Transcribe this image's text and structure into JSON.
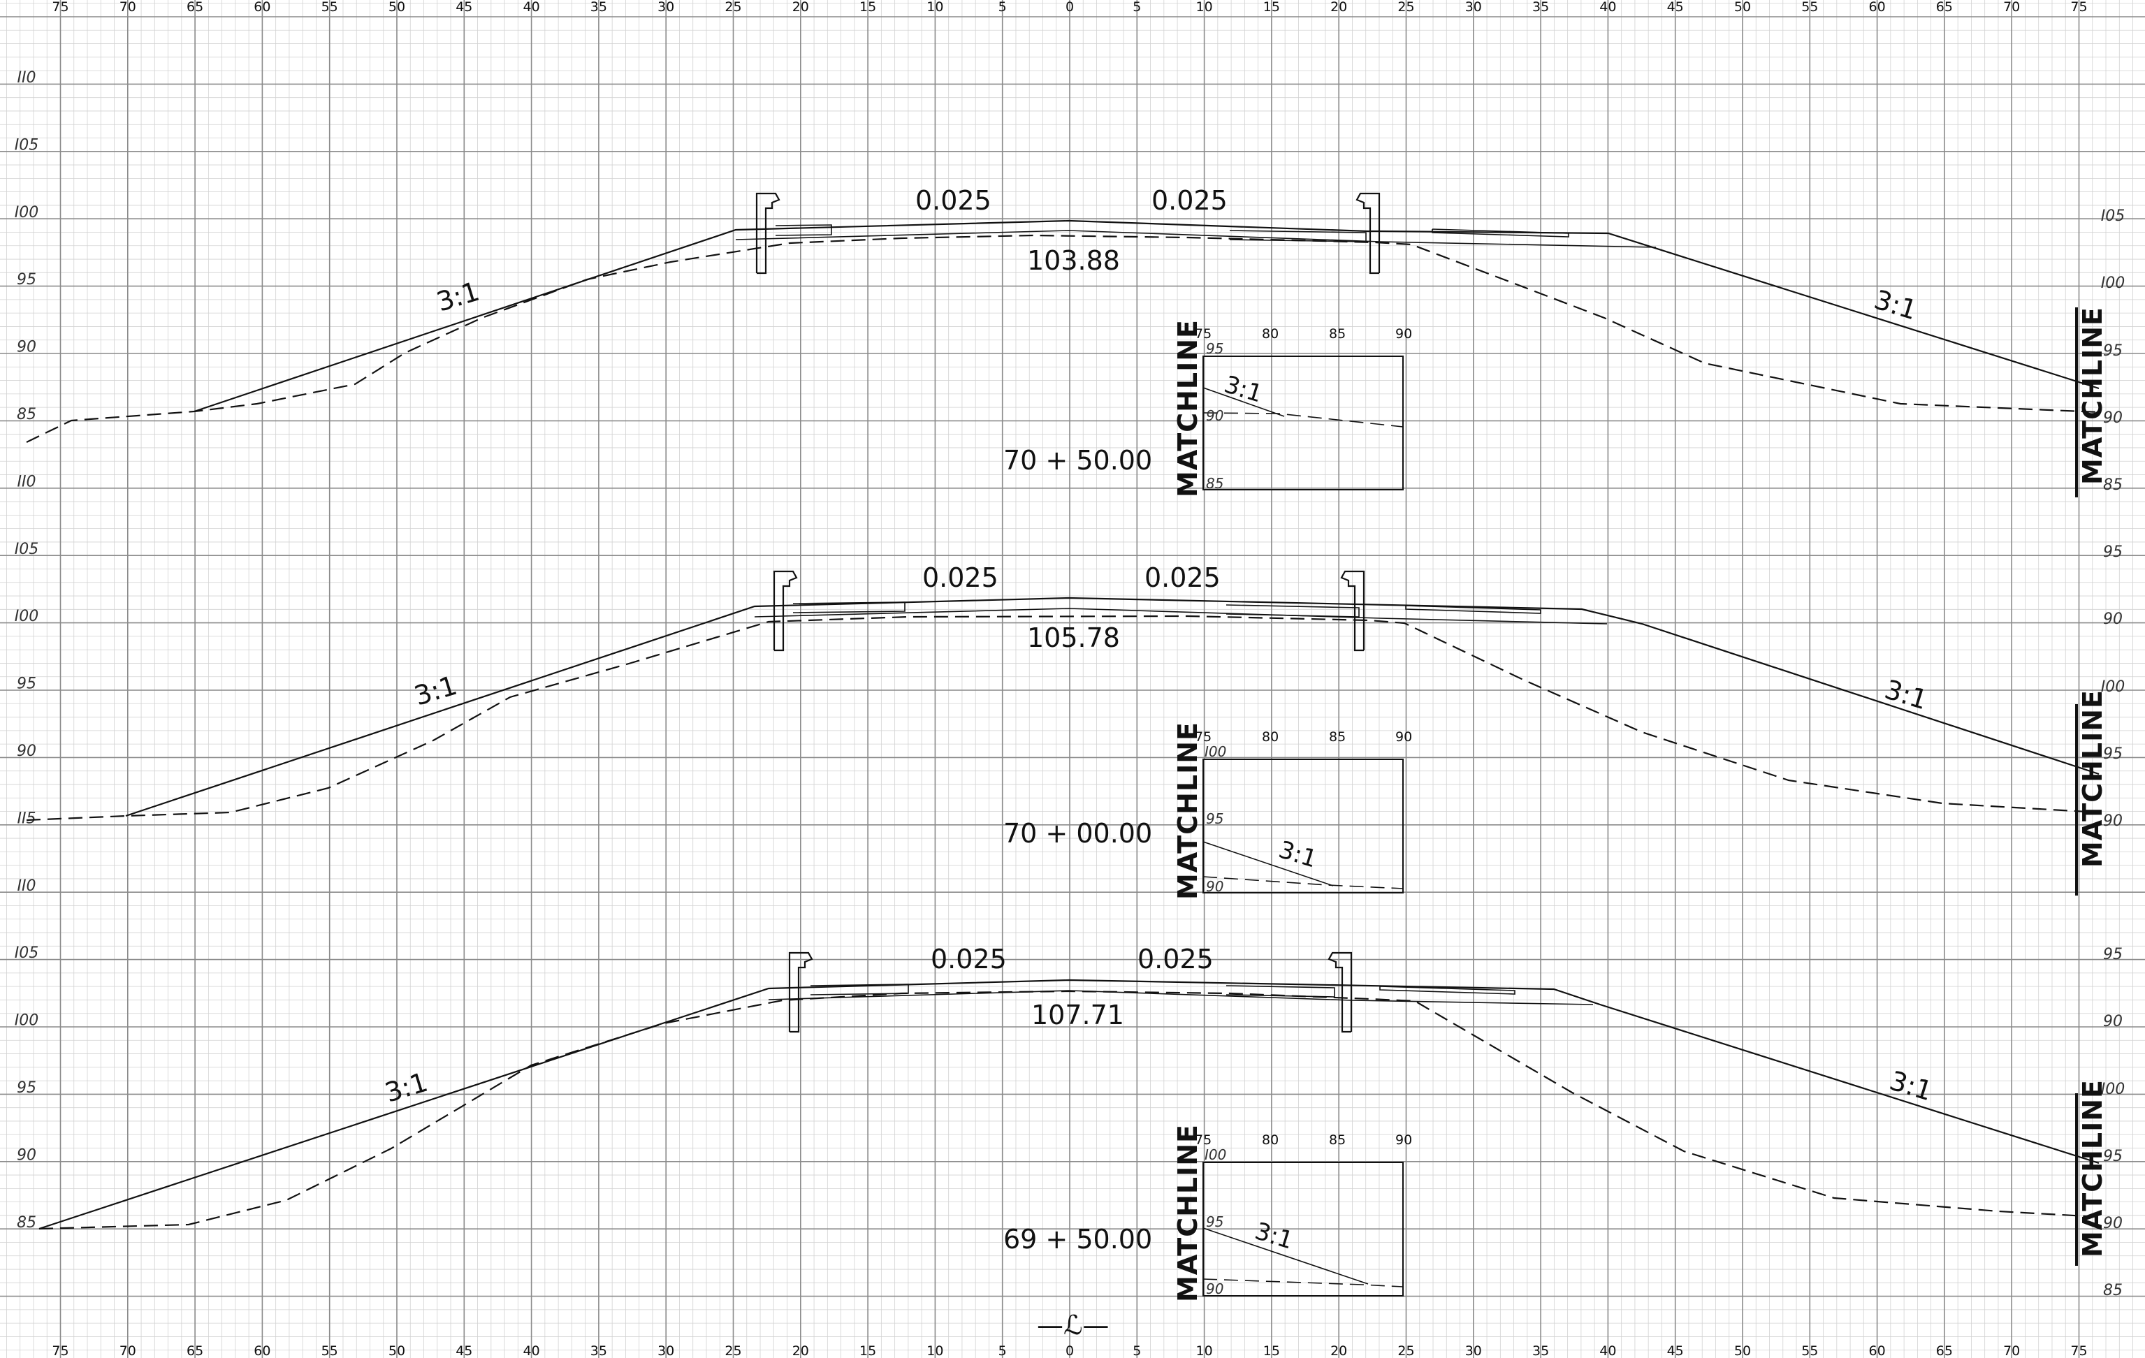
{
  "sheet": {
    "offset_ticks": [
      "75",
      "70",
      "65",
      "60",
      "55",
      "50",
      "45",
      "40",
      "35",
      "30",
      "25",
      "20",
      "15",
      "10",
      "5",
      "0",
      "5",
      "10",
      "15",
      "20",
      "25",
      "30",
      "35",
      "40",
      "45",
      "50",
      "55",
      "60",
      "65",
      "70",
      "75"
    ],
    "left_elevations": [
      {
        "label": "II0"
      },
      {
        "label": "I05"
      },
      {
        "label": "I00"
      },
      {
        "label": "95"
      },
      {
        "label": "90"
      },
      {
        "label": "85"
      },
      {
        "label": "II0"
      },
      {
        "label": "I05"
      },
      {
        "label": "I00"
      },
      {
        "label": "95"
      },
      {
        "label": "90"
      },
      {
        "label": "II5"
      },
      {
        "label": "II0"
      },
      {
        "label": "I05"
      },
      {
        "label": "I00"
      },
      {
        "label": "95"
      },
      {
        "label": "90"
      },
      {
        "label": "85"
      }
    ],
    "right_elevations": [
      {
        "label": "I05"
      },
      {
        "label": "I00"
      },
      {
        "label": "95"
      },
      {
        "label": "90"
      },
      {
        "label": "85"
      },
      {
        "label": "95"
      },
      {
        "label": "90"
      },
      {
        "label": "I00"
      },
      {
        "label": "95"
      },
      {
        "label": "90"
      },
      {
        "label": "95"
      },
      {
        "label": "90"
      },
      {
        "label": "I00"
      },
      {
        "label": "95"
      },
      {
        "label": "90"
      },
      {
        "label": "85"
      }
    ],
    "centerline_symbol": "—ℒ—",
    "colors": {
      "major_grid": "#8a8a8a",
      "minor_grid": "#d2d2d2",
      "line": "#111111"
    }
  },
  "sections": [
    {
      "station": "70 + 50.00",
      "grade_elevation": "103.88",
      "cross_slope_left": "0.025",
      "cross_slope_right": "0.025",
      "fill_slope_left": "3:1",
      "fill_slope_right": "3:1",
      "matchline": "MATCHLINE",
      "inset": {
        "ticks": [
          "75",
          "80",
          "85",
          "90"
        ],
        "elevations": [
          "95",
          "90",
          "85"
        ],
        "slope": "3:1",
        "matchline": "MATCHLINE"
      }
    },
    {
      "station": "70 + 00.00",
      "grade_elevation": "105.78",
      "cross_slope_left": "0.025",
      "cross_slope_right": "0.025",
      "fill_slope_left": "3:1",
      "fill_slope_right": "3:1",
      "matchline": "MATCHLINE",
      "inset": {
        "ticks": [
          "75",
          "80",
          "85",
          "90"
        ],
        "elevations": [
          "I00",
          "95",
          "90"
        ],
        "slope": "3:1",
        "matchline": "MATCHLINE"
      }
    },
    {
      "station": "69 + 50.00",
      "grade_elevation": "107.71",
      "cross_slope_left": "0.025",
      "cross_slope_right": "0.025",
      "fill_slope_left": "3:1",
      "fill_slope_right": "3:1",
      "matchline": "MATCHLINE",
      "inset": {
        "ticks": [
          "75",
          "80",
          "85",
          "90"
        ],
        "elevations": [
          "I00",
          "95",
          "90"
        ],
        "slope": "3:1",
        "matchline": "MATCHLINE"
      }
    }
  ]
}
